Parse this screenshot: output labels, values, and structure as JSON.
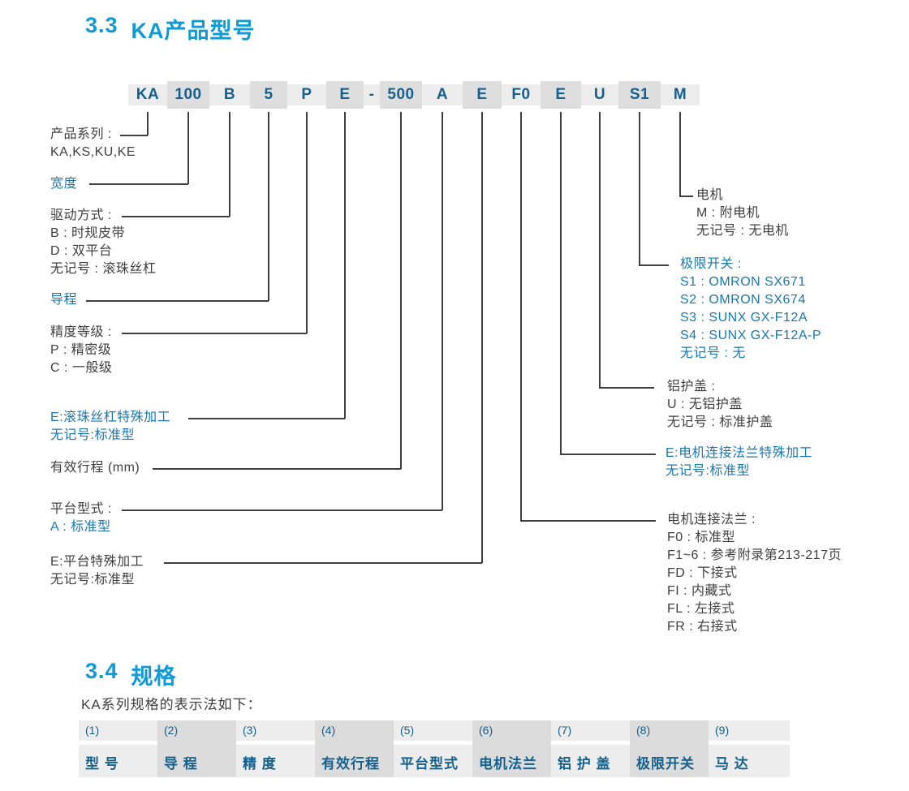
{
  "section_33": {
    "number": "3.3",
    "title": "KA产品型号"
  },
  "section_34": {
    "number": "3.4",
    "title": "规格",
    "subtitle": "KA系列规格的表示法如下："
  },
  "model_code": {
    "segments": [
      "KA",
      "100",
      "B",
      "5",
      "P",
      "E",
      "-",
      "500",
      "A",
      "E",
      "F0",
      "E",
      "U",
      "S1",
      "M"
    ]
  },
  "callouts": {
    "product_series": {
      "lines": [
        "产品系列 :",
        "KA,KS,KU,KE"
      ]
    },
    "width": {
      "lines": [
        "宽度"
      ]
    },
    "drive": {
      "lines": [
        "驱动方式 :",
        "B : 时规皮带",
        "D : 双平台",
        "无记号 : 滚珠丝杠"
      ]
    },
    "lead": {
      "lines": [
        "导程"
      ]
    },
    "accuracy": {
      "lines": [
        "精度等级 :",
        "P : 精密级",
        "C : 一般级"
      ]
    },
    "ballscrew_special": {
      "lines": [
        "E:滚珠丝杠特殊加工",
        "无记号:标准型"
      ]
    },
    "stroke": {
      "lines": [
        "有效行程 (mm)"
      ]
    },
    "platform": {
      "lines": [
        "平台型式 :",
        "A : 标准型"
      ]
    },
    "platform_special": {
      "lines": [
        "E:平台特殊加工",
        "无记号:标准型"
      ]
    },
    "motor": {
      "lines": [
        "电机",
        "M : 附电机",
        "无记号 : 无电机"
      ]
    },
    "limit_switch": {
      "lines": [
        "极限开关 :",
        "S1 :  OMRON SX671",
        "S2 :  OMRON SX674",
        "S3 :  SUNX GX-F12A",
        "S4 :  SUNX GX-F12A-P",
        "无记号 : 无"
      ]
    },
    "cover": {
      "lines": [
        "铝护盖 :",
        "U : 无铝护盖",
        "无记号 : 标准护盖"
      ]
    },
    "flange_special": {
      "lines": [
        "E:电机连接法兰特殊加工",
        "无记号:标准型"
      ]
    },
    "flange": {
      "lines": [
        "电机连接法兰 :",
        "F0 : 标准型",
        "F1~6 : 参考附录第213-217页",
        "FD : 下接式",
        "FI : 内藏式",
        "FL : 左接式",
        "FR : 右接式"
      ]
    }
  },
  "table": {
    "header_row": [
      "(1)",
      "(2)",
      "(3)",
      "(4)",
      "(5)",
      "(6)",
      "(7)",
      "(8)",
      "(9)"
    ],
    "name_row": [
      "型 号",
      "导 程",
      "精 度",
      "有效行程",
      "平台型式",
      "电机法兰",
      "铝 护 盖",
      "极限开关",
      "马 达"
    ]
  },
  "colors": {
    "title_blue": "#0d9ad5",
    "code_blue": "#15608d",
    "label_blue": "#1a78ae",
    "text_dark": "#3f3f3f",
    "band_light": "#ececec",
    "band_dark": "#dedede",
    "table_light": "#ededed",
    "table_dark": "#dcdcdc",
    "line": "#3f3f3f"
  }
}
